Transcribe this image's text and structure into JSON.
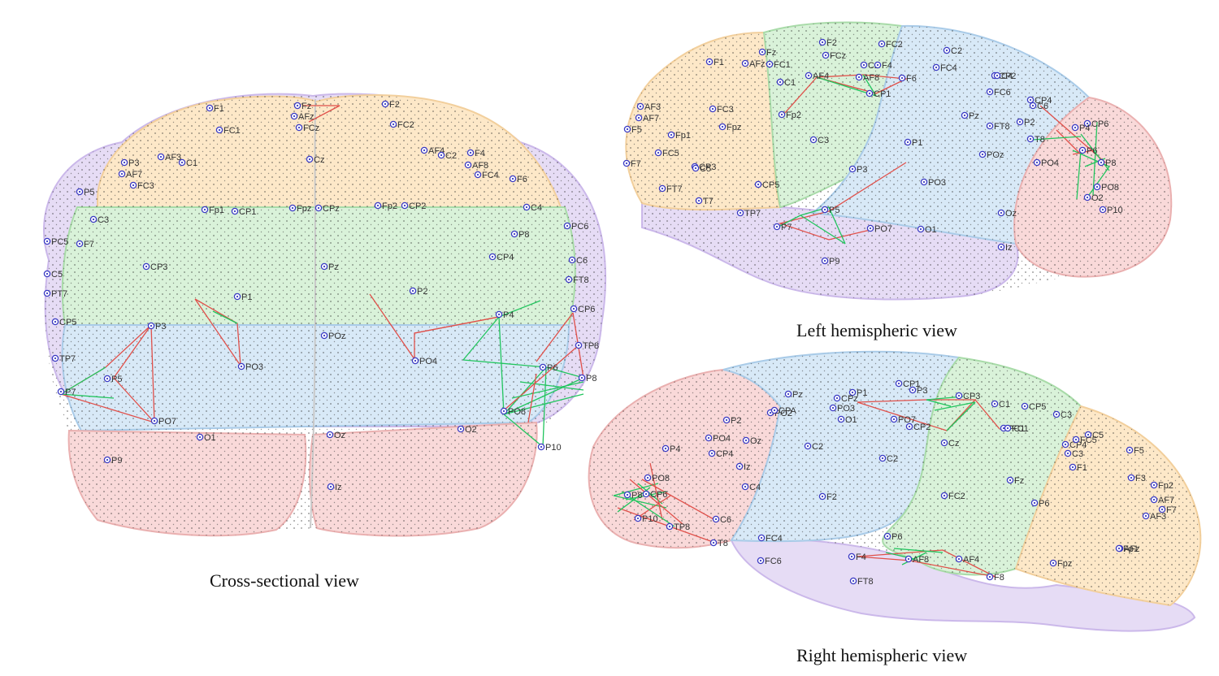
{
  "captions": {
    "cross": "Cross-sectional view",
    "left": "Left hemispheric view",
    "right": "Right hemispheric view"
  },
  "colors": {
    "frontal": "#fde8c8",
    "central": "#d9f2d9",
    "parietal": "#d8e9f7",
    "occipital": "#f9d9d9",
    "temporal": "#e6dcf5",
    "edge_red": "#e0504a",
    "edge_green": "#22c55e",
    "electrode": "#3b3bc4"
  },
  "electrodes": {
    "cross": [
      "F1",
      "Fz",
      "AFz",
      "FCz",
      "F2",
      "FC1",
      "FC2",
      "P3",
      "AF3",
      "AF7",
      "AF4",
      "C2",
      "F4",
      "AF8",
      "FC4",
      "C1",
      "FC3",
      "P5",
      "Cz",
      "F6",
      "C3",
      "Fp1",
      "CP1",
      "Fpz",
      "CPz",
      "Fp2",
      "CP2",
      "C4",
      "PC5",
      "F7",
      "PC6",
      "P8",
      "C5",
      "CP3",
      "Pz",
      "CP4",
      "C6",
      "PT7",
      "FT8",
      "P1",
      "P2",
      "CP6",
      "CP5",
      "P3",
      "P4",
      "POz",
      "TP8",
      "TP7",
      "PO3",
      "PO4",
      "P6",
      "P5",
      "P7",
      "P8",
      "PO7",
      "PO8",
      "O1",
      "O2",
      "Oz",
      "P10",
      "P9",
      "Iz"
    ],
    "left": [
      "F2",
      "FC2",
      "Fz",
      "FCz",
      "C2",
      "FC1",
      "AFz",
      "Cz",
      "F4",
      "F1",
      "AF4",
      "AF8",
      "FC4",
      "F6",
      "CP2",
      "C1",
      "CP1",
      "C4",
      "AF3",
      "AF7",
      "F5",
      "FC3",
      "Fpz",
      "Fp2",
      "FC6",
      "CP4",
      "C6",
      "P2",
      "CP6",
      "Fp1",
      "FT8",
      "Pz",
      "P4",
      "C3",
      "FC5",
      "CP3",
      "P1",
      "T8",
      "POz",
      "P6",
      "F7",
      "C5",
      "P3",
      "P8",
      "FT7",
      "CP5",
      "PO3",
      "T7",
      "PO4",
      "PO8",
      "TP7",
      "P5",
      "O2",
      "Oz",
      "P7",
      "PO7",
      "O1",
      "P10",
      "P9",
      "Iz"
    ],
    "right": [
      "CP1",
      "P3",
      "P1",
      "CP3",
      "CPz",
      "Pz",
      "P2",
      "C1",
      "CP5",
      "PO3",
      "PO7",
      "C3",
      "PO2",
      "O1",
      "CP2",
      "PC1",
      "FC1",
      "Cz",
      "P4",
      "CPA",
      "PO4",
      "C2",
      "CP4",
      "Fz",
      "Oz",
      "CP4",
      "C5",
      "C3",
      "FC5",
      "PO8",
      "C2",
      "F1",
      "F5",
      "Iz",
      "FC2",
      "F3",
      "AF7",
      "P8",
      "CP6",
      "C4",
      "F2",
      "P6",
      "F7",
      "P10",
      "C6",
      "AFz",
      "AF3",
      "TP8",
      "FC4",
      "Fp1",
      "T8",
      "FC6",
      "F4",
      "P6",
      "AF8",
      "AF4",
      "Fpz",
      "FT8",
      "F8",
      "Fp2"
    ]
  }
}
